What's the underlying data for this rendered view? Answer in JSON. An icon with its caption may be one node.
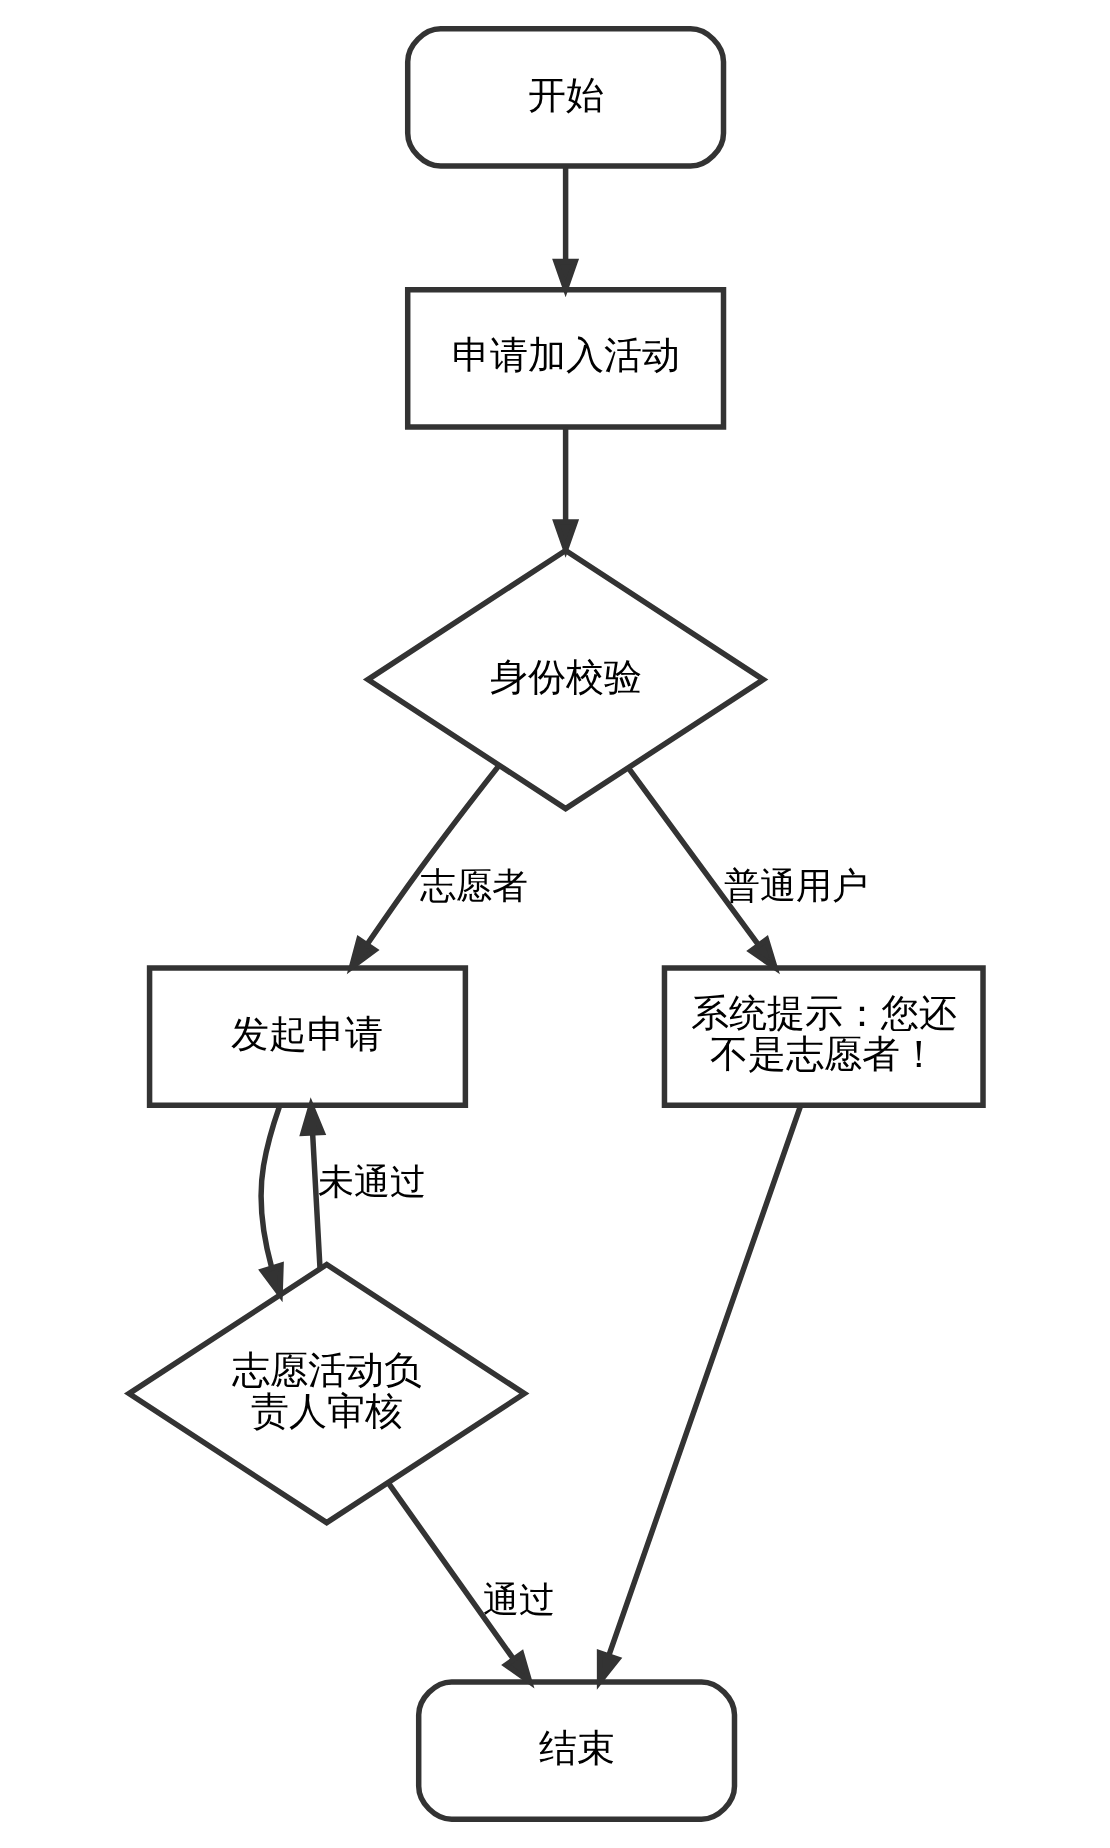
{
  "diagram": {
    "nodes": [
      {
        "text": [
          "开始"
        ]
      },
      {
        "text": [
          "申请加入活动"
        ]
      },
      {
        "text": [
          "身份校验"
        ]
      },
      {
        "text": [
          "发起申请"
        ]
      },
      {
        "text": [
          "系统提示：您还不是志愿者！"
        ]
      },
      {
        "text": [
          "志愿活动负责人审核"
        ]
      },
      {
        "text": [
          "结束"
        ]
      }
    ],
    "edges": [
      {
        "from": 0,
        "to": 1,
        "arrow": "to"
      },
      {
        "from": 1,
        "to": 2,
        "arrow": "to"
      },
      {
        "from": 2,
        "to": 3,
        "arrow": "to",
        "label": "志愿者"
      },
      {
        "from": 2,
        "to": 4,
        "arrow": "to",
        "label": "普通用户"
      },
      {
        "from": 3,
        "to": 5,
        "arrow": "to"
      },
      {
        "from": 5,
        "to": 3,
        "arrow": "to",
        "label": "未通过"
      },
      {
        "from": 5,
        "to": 6,
        "arrow": "to",
        "label": "通过"
      },
      {
        "from": 4,
        "to": 6,
        "arrow": "to"
      }
    ]
  }
}
